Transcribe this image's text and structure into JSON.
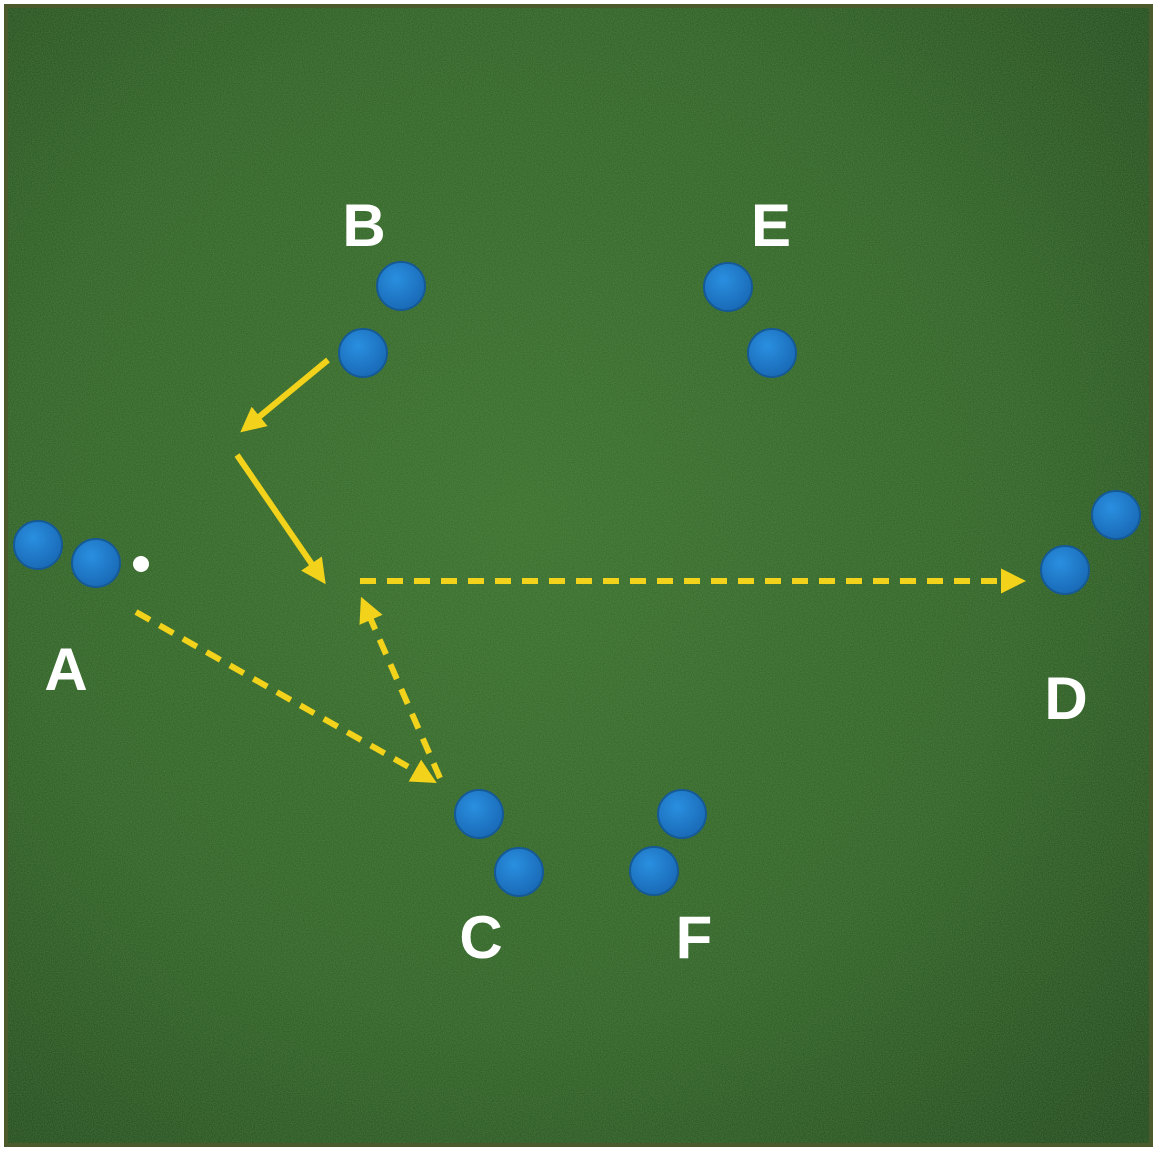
{
  "colors": {
    "grass_dark": "#1c4418",
    "grass_mid": "#2b5a22",
    "grass_light": "#3c6e2c",
    "frame": "#4b5a2c",
    "cone": "#1f7fd0",
    "cone_edge": "#155a96",
    "ball": "#ffffff",
    "arrow": "#f2d21a",
    "label": "#ffffff"
  },
  "icons": {
    "cone": "blue-disc-cone",
    "ball": "white-ball",
    "pass": "dashed-arrow",
    "run": "solid-arrow"
  },
  "stations": [
    {
      "id": "A",
      "label": "A"
    },
    {
      "id": "B",
      "label": "B"
    },
    {
      "id": "C",
      "label": "C"
    },
    {
      "id": "D",
      "label": "D"
    },
    {
      "id": "E",
      "label": "E"
    },
    {
      "id": "F",
      "label": "F"
    }
  ],
  "movements": [
    {
      "from": "A",
      "to": "C",
      "style": "dashed",
      "meaning": "pass"
    },
    {
      "from": "C",
      "to": "center",
      "style": "dashed",
      "meaning": "pass"
    },
    {
      "from": "center",
      "to": "D",
      "style": "dashed",
      "meaning": "pass"
    },
    {
      "from": "B",
      "to": "left",
      "style": "solid",
      "meaning": "run"
    },
    {
      "from": "left",
      "to": "center",
      "style": "solid",
      "meaning": "run"
    }
  ]
}
